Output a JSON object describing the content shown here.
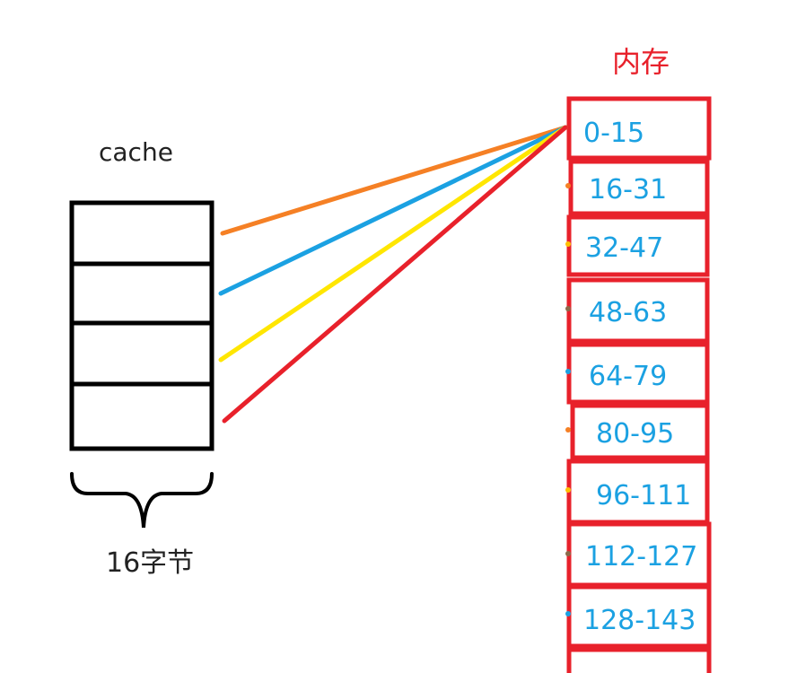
{
  "cache": {
    "title": "cache",
    "size_label": "16字节",
    "line_count": 4
  },
  "memory": {
    "title": "内存",
    "blocks": [
      {
        "label": "0-15"
      },
      {
        "label": "16-31"
      },
      {
        "label": "32-47"
      },
      {
        "label": "48-63"
      },
      {
        "label": "64-79"
      },
      {
        "label": "80-95"
      },
      {
        "label": "96-111"
      },
      {
        "label": "112-127"
      },
      {
        "label": "128-143"
      }
    ]
  },
  "mapping": {
    "target_block": "0-15",
    "lines": [
      {
        "cache_line": 1,
        "color": "#F58025"
      },
      {
        "cache_line": 2,
        "color": "#1BA1E2"
      },
      {
        "cache_line": 3,
        "color": "#FFE600"
      },
      {
        "cache_line": 4,
        "color": "#E8212B"
      }
    ]
  },
  "colors": {
    "memory_border": "#E8212B",
    "memory_title": "#E8212B",
    "memory_text": "#1BA1E2",
    "cache_border": "#000000"
  }
}
